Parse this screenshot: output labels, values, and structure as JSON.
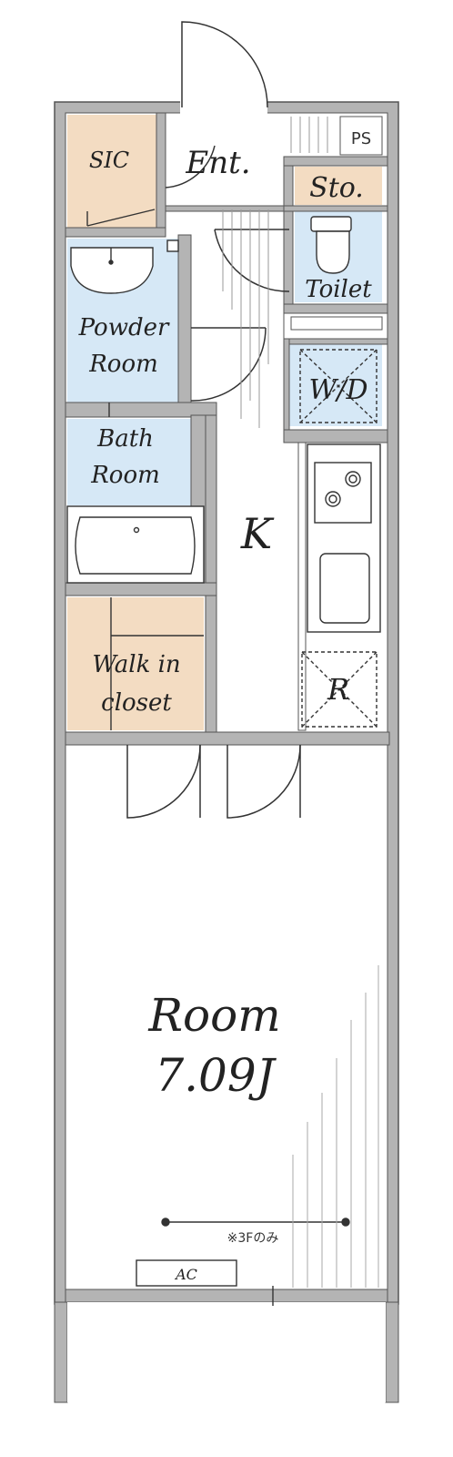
{
  "labels": {
    "sic": "SIC",
    "entrance": "Ent.",
    "ps": "PS",
    "storage": "Sto.",
    "toilet": "Toilet",
    "powder_room_1": "Powder",
    "powder_room_2": "Room",
    "wd": "W/D",
    "bath_room_1": "Bath",
    "bath_room_2": "Room",
    "kitchen": "K",
    "walkin_1": "Walk in",
    "walkin_2": "closet",
    "refrigerator": "R",
    "room_1": "Room",
    "room_2": "7.09J",
    "note": "※3Fのみ",
    "ac": "AC"
  },
  "colors": {
    "wall": "#b4b4b4",
    "wall_edge": "#555555",
    "storage_fill": "#f3dcc2",
    "wet_fill": "#d6e8f6",
    "floor": "#ffffff"
  }
}
